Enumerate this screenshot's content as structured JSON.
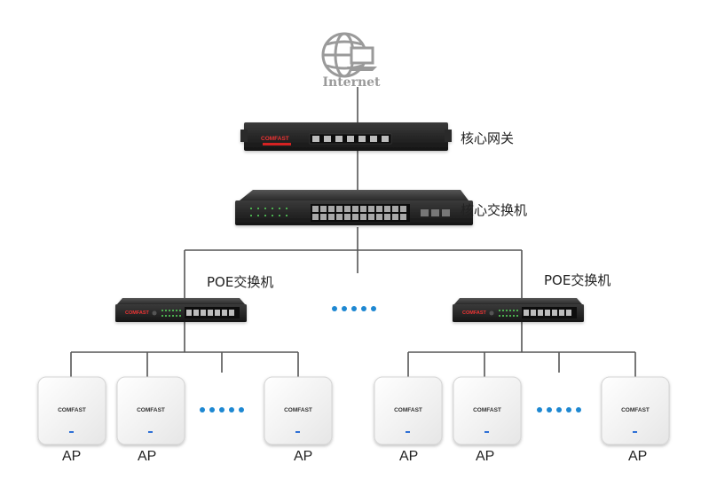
{
  "internet": {
    "label": "Internet",
    "icon": "globe-laptop-icon"
  },
  "gateway": {
    "label": "核心网关",
    "brand": "COMFAST"
  },
  "core_switch": {
    "label": "核心交换机"
  },
  "poe_left": {
    "label": "POE交换机",
    "brand": "COMFAST"
  },
  "poe_right": {
    "label": "POE交换机",
    "brand": "COMFAST"
  },
  "ap_brand": "COMFAST",
  "aps": [
    {
      "label": "AP"
    },
    {
      "label": "AP"
    },
    {
      "label": "AP"
    },
    {
      "label": "AP"
    },
    {
      "label": "AP"
    },
    {
      "label": "AP"
    }
  ],
  "colors": {
    "line": "#555555",
    "dots": "#1e88d2",
    "brand_red": "#d62020",
    "ap_led": "#2f6fd6"
  }
}
